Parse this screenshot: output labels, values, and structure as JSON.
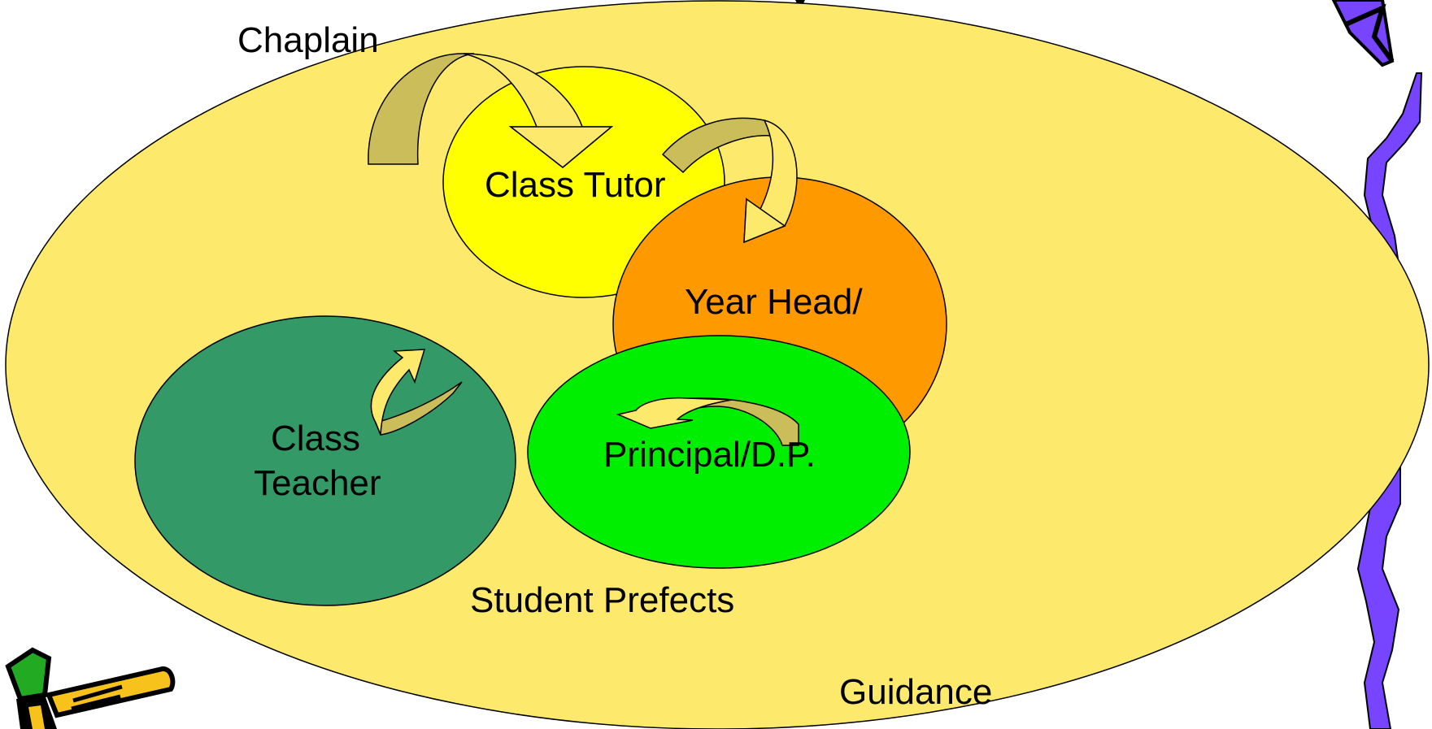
{
  "labels": {
    "chaplain": "Chaplain",
    "class_tutor": "Class Tutor",
    "year_head": "Year Head/",
    "class_teacher_line1": "Class",
    "class_teacher_line2": "Teacher",
    "principal": "Principal/D.P.",
    "student_prefects": "Student Prefects",
    "guidance": "Guidance"
  },
  "colors": {
    "outer_ellipse": "#fdea6c",
    "class_tutor": "#ffff00",
    "year_head": "#ff9900",
    "principal": "#00ee00",
    "class_teacher": "#339966",
    "arrow_tan": "#cbbd5a",
    "arrow_light": "#fdea6c",
    "zigzag_purple": "#7744ff",
    "pencil_yellow": "#f8c21c"
  }
}
